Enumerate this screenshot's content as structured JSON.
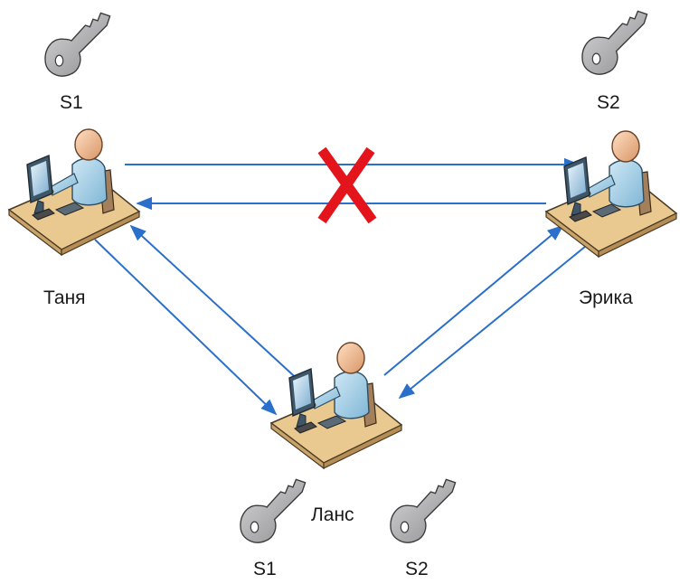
{
  "people": {
    "tanya": {
      "name": "Таня"
    },
    "erika": {
      "name": "Эрика"
    },
    "lance": {
      "name": "Ланс"
    }
  },
  "keys": {
    "tanya_key": "S1",
    "erika_key": "S2",
    "lance_key_1": "S1",
    "lance_key_2": "S2"
  },
  "colors": {
    "arrow": "#2a6fc9",
    "blocked_mark": "#e3141b",
    "key_body": "#a9a9ab",
    "desk": "#e9c98f",
    "person": "#9bcbe3",
    "head": "#f1b98e"
  }
}
